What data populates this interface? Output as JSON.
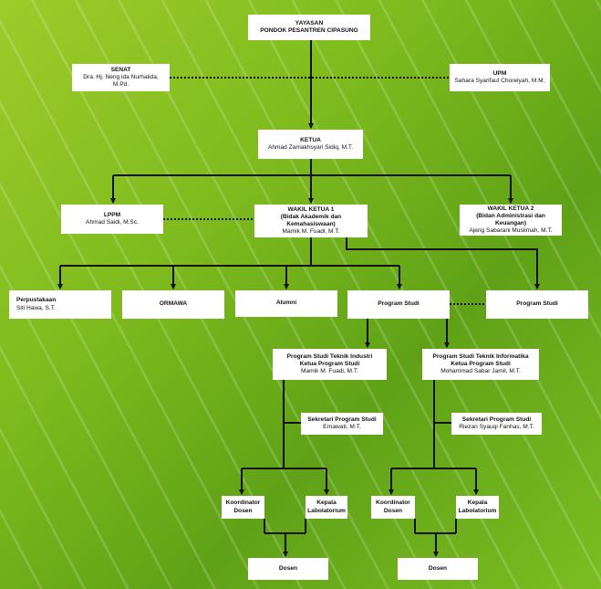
{
  "colors": {
    "background": "#7cbd22",
    "box": "#ffffff",
    "line": "#111111"
  },
  "nodes": {
    "yayasan": {
      "title": "YAYASAN",
      "title2": "PONDOK PESANTREN CIPASUNG"
    },
    "senat": {
      "title": "SENAT",
      "name": "Dra. Hj. Neng ida Nurhalida, M.Pd."
    },
    "upm": {
      "title": "UPM",
      "name": "Sahara Syarifaul Choreiyah, M.M."
    },
    "ketua": {
      "title": "KETUA",
      "name": "Ahmad Zamakhsyari Sidiq, M.T."
    },
    "lppm": {
      "title": "LPPM",
      "name": "Ahmad Saidi, M.Sc."
    },
    "wakil1": {
      "title": "WAKIL KETUA 1",
      "title2": "(Bidak Akademik dan Kemahasiswaan)",
      "name": "Mamik M. Fuadi, M.T."
    },
    "wakil2": {
      "title": "WAKIL KETUA 2",
      "title2": "(Bidan Administrasi dan Keuangan)",
      "name": "Ajeng Sabarani Muslimah, M.T."
    },
    "perpustakaan": {
      "title": "Perpustakaan",
      "name": "Siti Hawa, S.T."
    },
    "ormawa": {
      "title": "ORMAWA"
    },
    "alumni": {
      "title": "Alumni"
    },
    "prodi1": {
      "title": "Program Studi"
    },
    "prodi2": {
      "title": "Program Studi"
    },
    "ti": {
      "title": "Program Studi Teknik Industri",
      "title2": "Ketua Program Studi",
      "name": "Mamik M. Fuadi, M.T."
    },
    "tif": {
      "title": "Program Studi Teknik Informatika",
      "title2": "Ketua Program Studi",
      "name": "Mohammad Sabar Jamil, M.T."
    },
    "sekti": {
      "title": "Sekretari Program Studi",
      "name": "Ernawati, M.T."
    },
    "sektif": {
      "title": "Sekretari Program Studi",
      "name": "Riezan Syauqi Fanhas, M.T."
    },
    "koorti": {
      "title": "Koordinator",
      "title2": "Dosen"
    },
    "kalabti": {
      "title": "Kepala",
      "title2": "Labolatorium"
    },
    "koortif": {
      "title": "Koordinator",
      "title2": "Dosen"
    },
    "kalabtif": {
      "title": "Kepala",
      "title2": "Labolatorium"
    },
    "dosenti": {
      "title": "Dosen"
    },
    "dosentif": {
      "title": "Dosen"
    }
  }
}
